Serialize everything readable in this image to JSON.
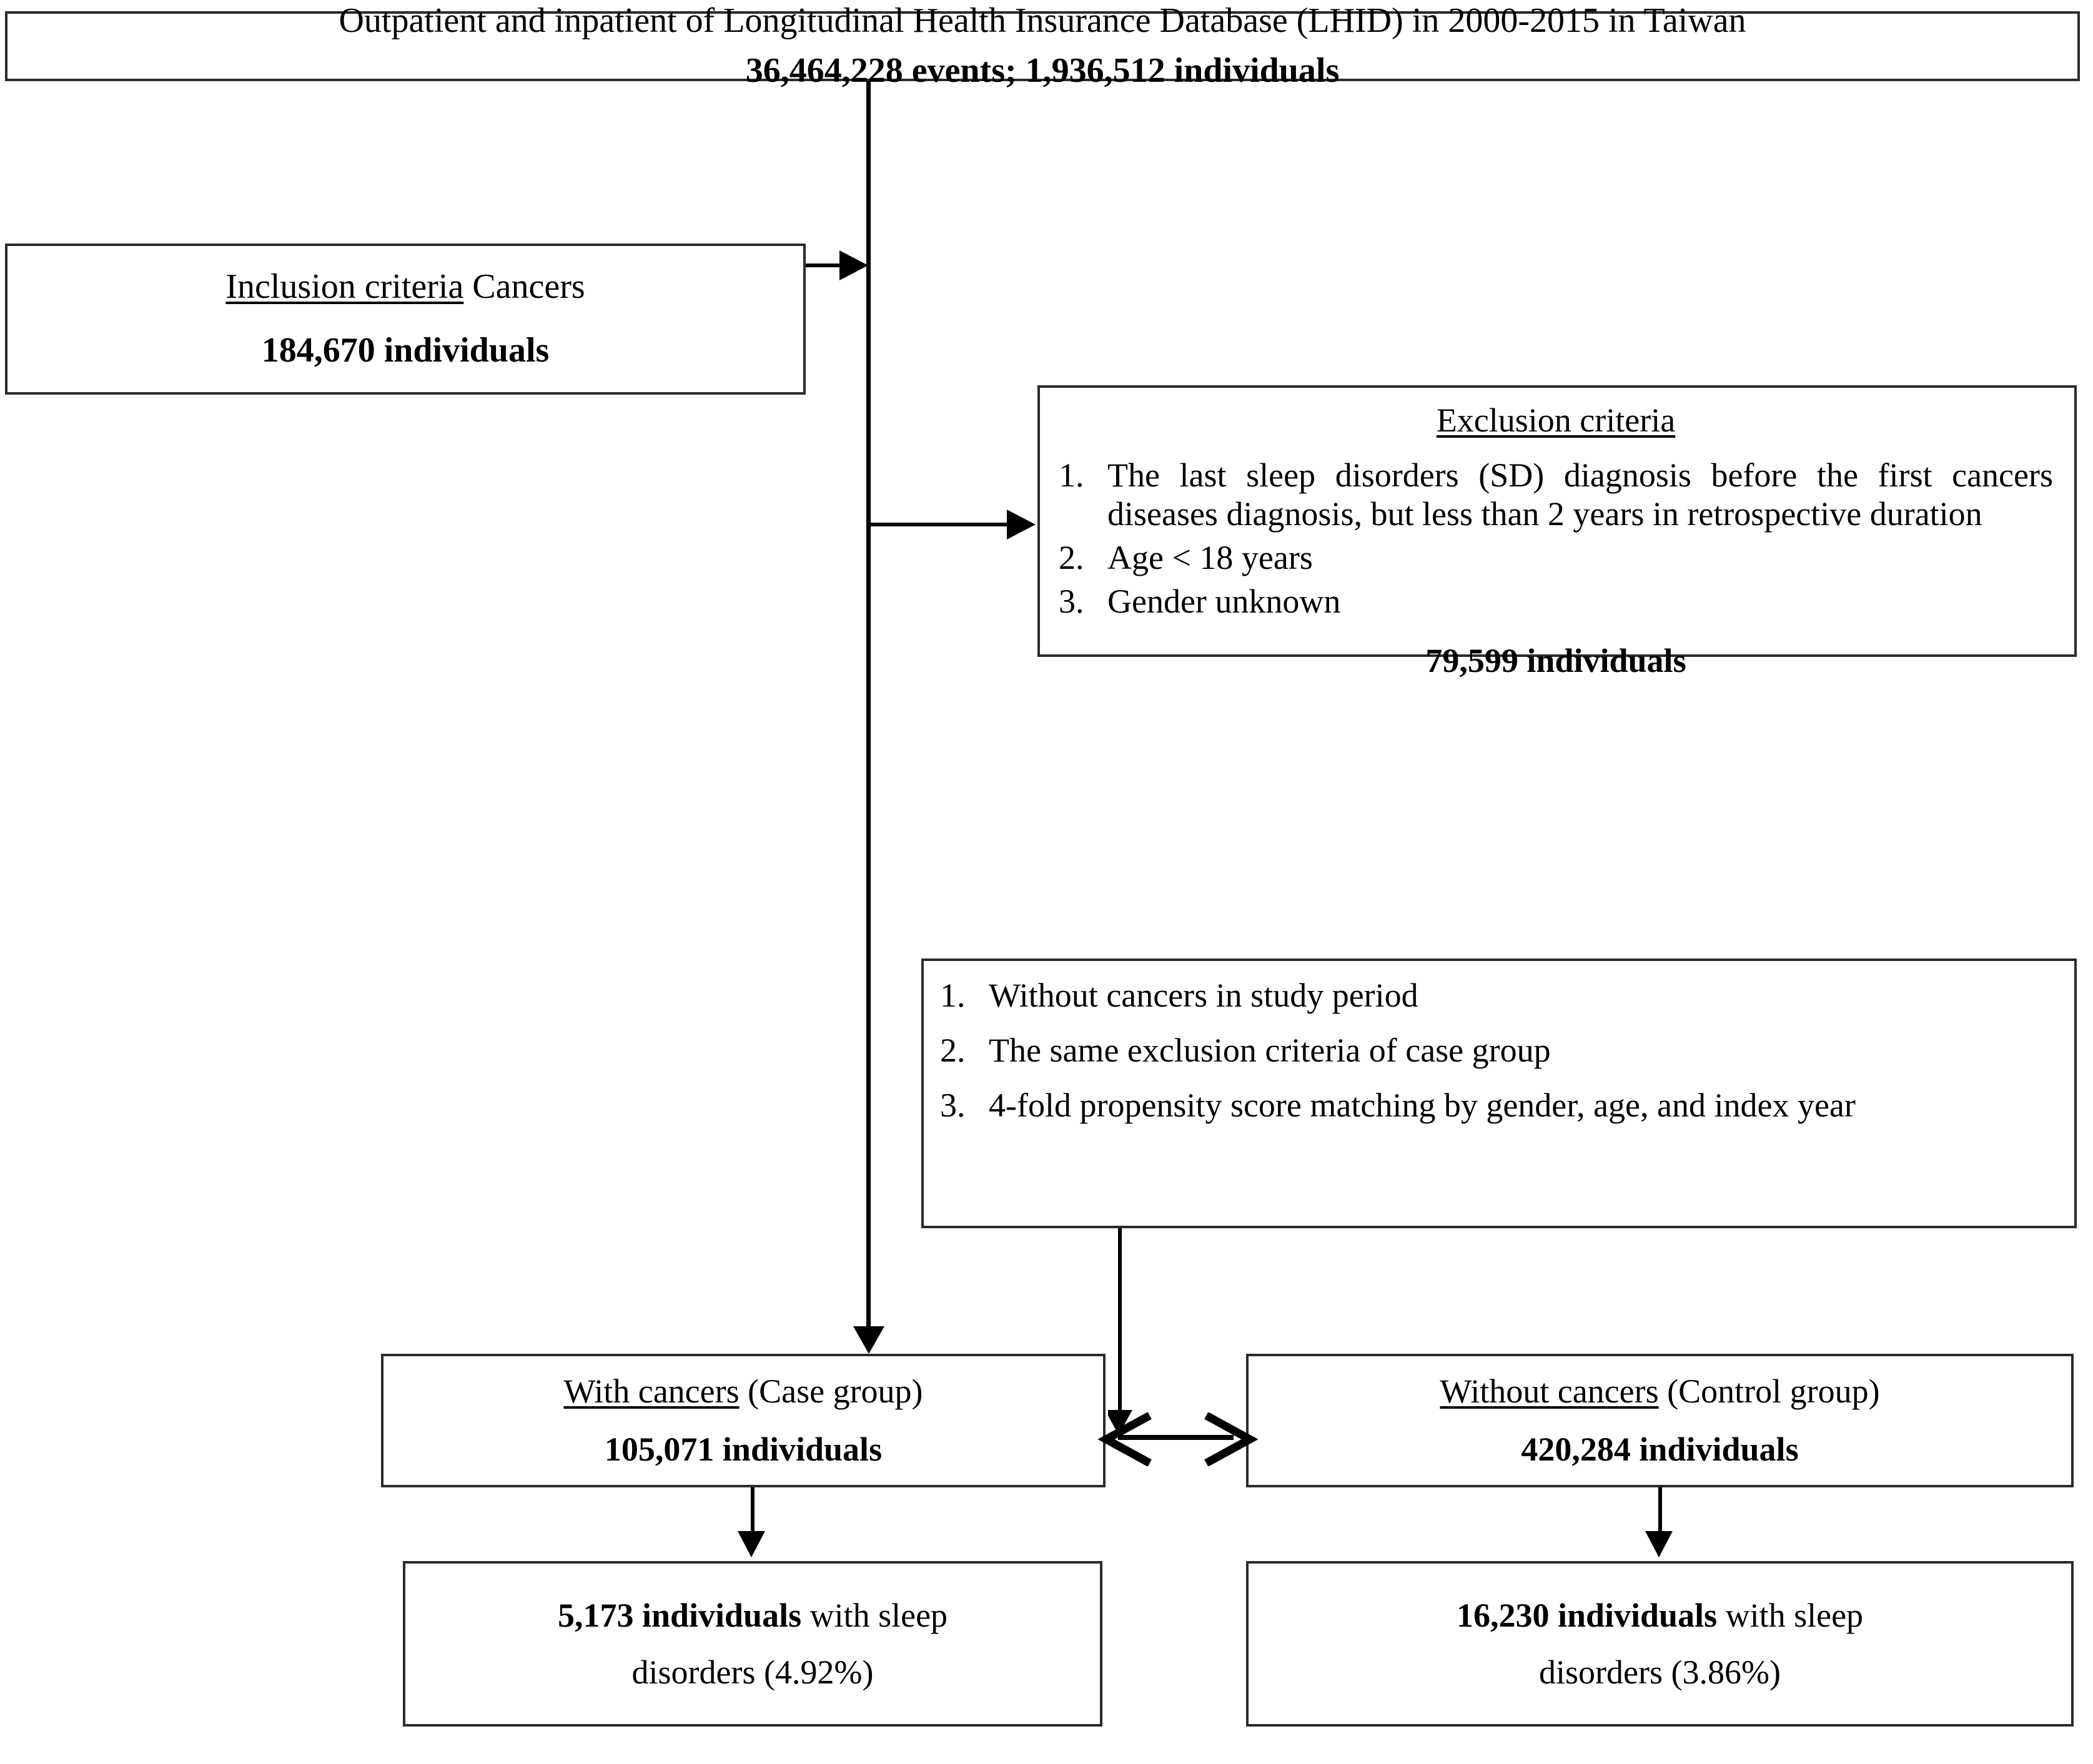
{
  "diagram": {
    "title": "Study population flow chart",
    "boxes": {
      "source": {
        "line1": "Outpatient and inpatient of Longitudinal Health Insurance Database (LHID) in 2000-2015 in Taiwan",
        "line2": "36,464,228 events; 1,936,512 individuals"
      },
      "inclusion": {
        "label_underlined": "Inclusion criteria",
        "label_rest": " Cancers",
        "count": "184,670 individuals"
      },
      "exclusion": {
        "heading": "Exclusion criteria",
        "items": [
          {
            "num": "1.",
            "text": "The last sleep disorders (SD) diagnosis before the first cancers diseases diagnosis, but less than 2 years in retrospective duration"
          },
          {
            "num": "2.",
            "text": "Age < 18 years"
          },
          {
            "num": "3.",
            "text": "Gender unknown"
          }
        ],
        "count": "79,599 individuals"
      },
      "matching": {
        "items": [
          {
            "num": "1.",
            "text": "Without cancers in study period"
          },
          {
            "num": "2.",
            "text": "The same exclusion criteria of case group"
          },
          {
            "num": "3.",
            "text": "4-fold propensity score matching by gender, age, and index year"
          }
        ]
      },
      "case_group": {
        "label_underlined": "With cancers",
        "label_rest": " (Case group)",
        "count": "105,071 individuals"
      },
      "control_group": {
        "label_underlined": "Without cancers",
        "label_rest": " (Control group)",
        "count": "420,284 individuals"
      },
      "case_outcome": {
        "count": "5,173 individuals",
        "line1_rest": " with sleep",
        "line2": "disorders (4.92%)"
      },
      "control_outcome": {
        "count": "16,230 individuals",
        "line1_rest": " with sleep",
        "line2": "disorders (3.86%)"
      }
    },
    "colors": {
      "border": "#2b2b2b",
      "connector": "#000000",
      "background": "#ffffff",
      "text": "#000000"
    }
  }
}
